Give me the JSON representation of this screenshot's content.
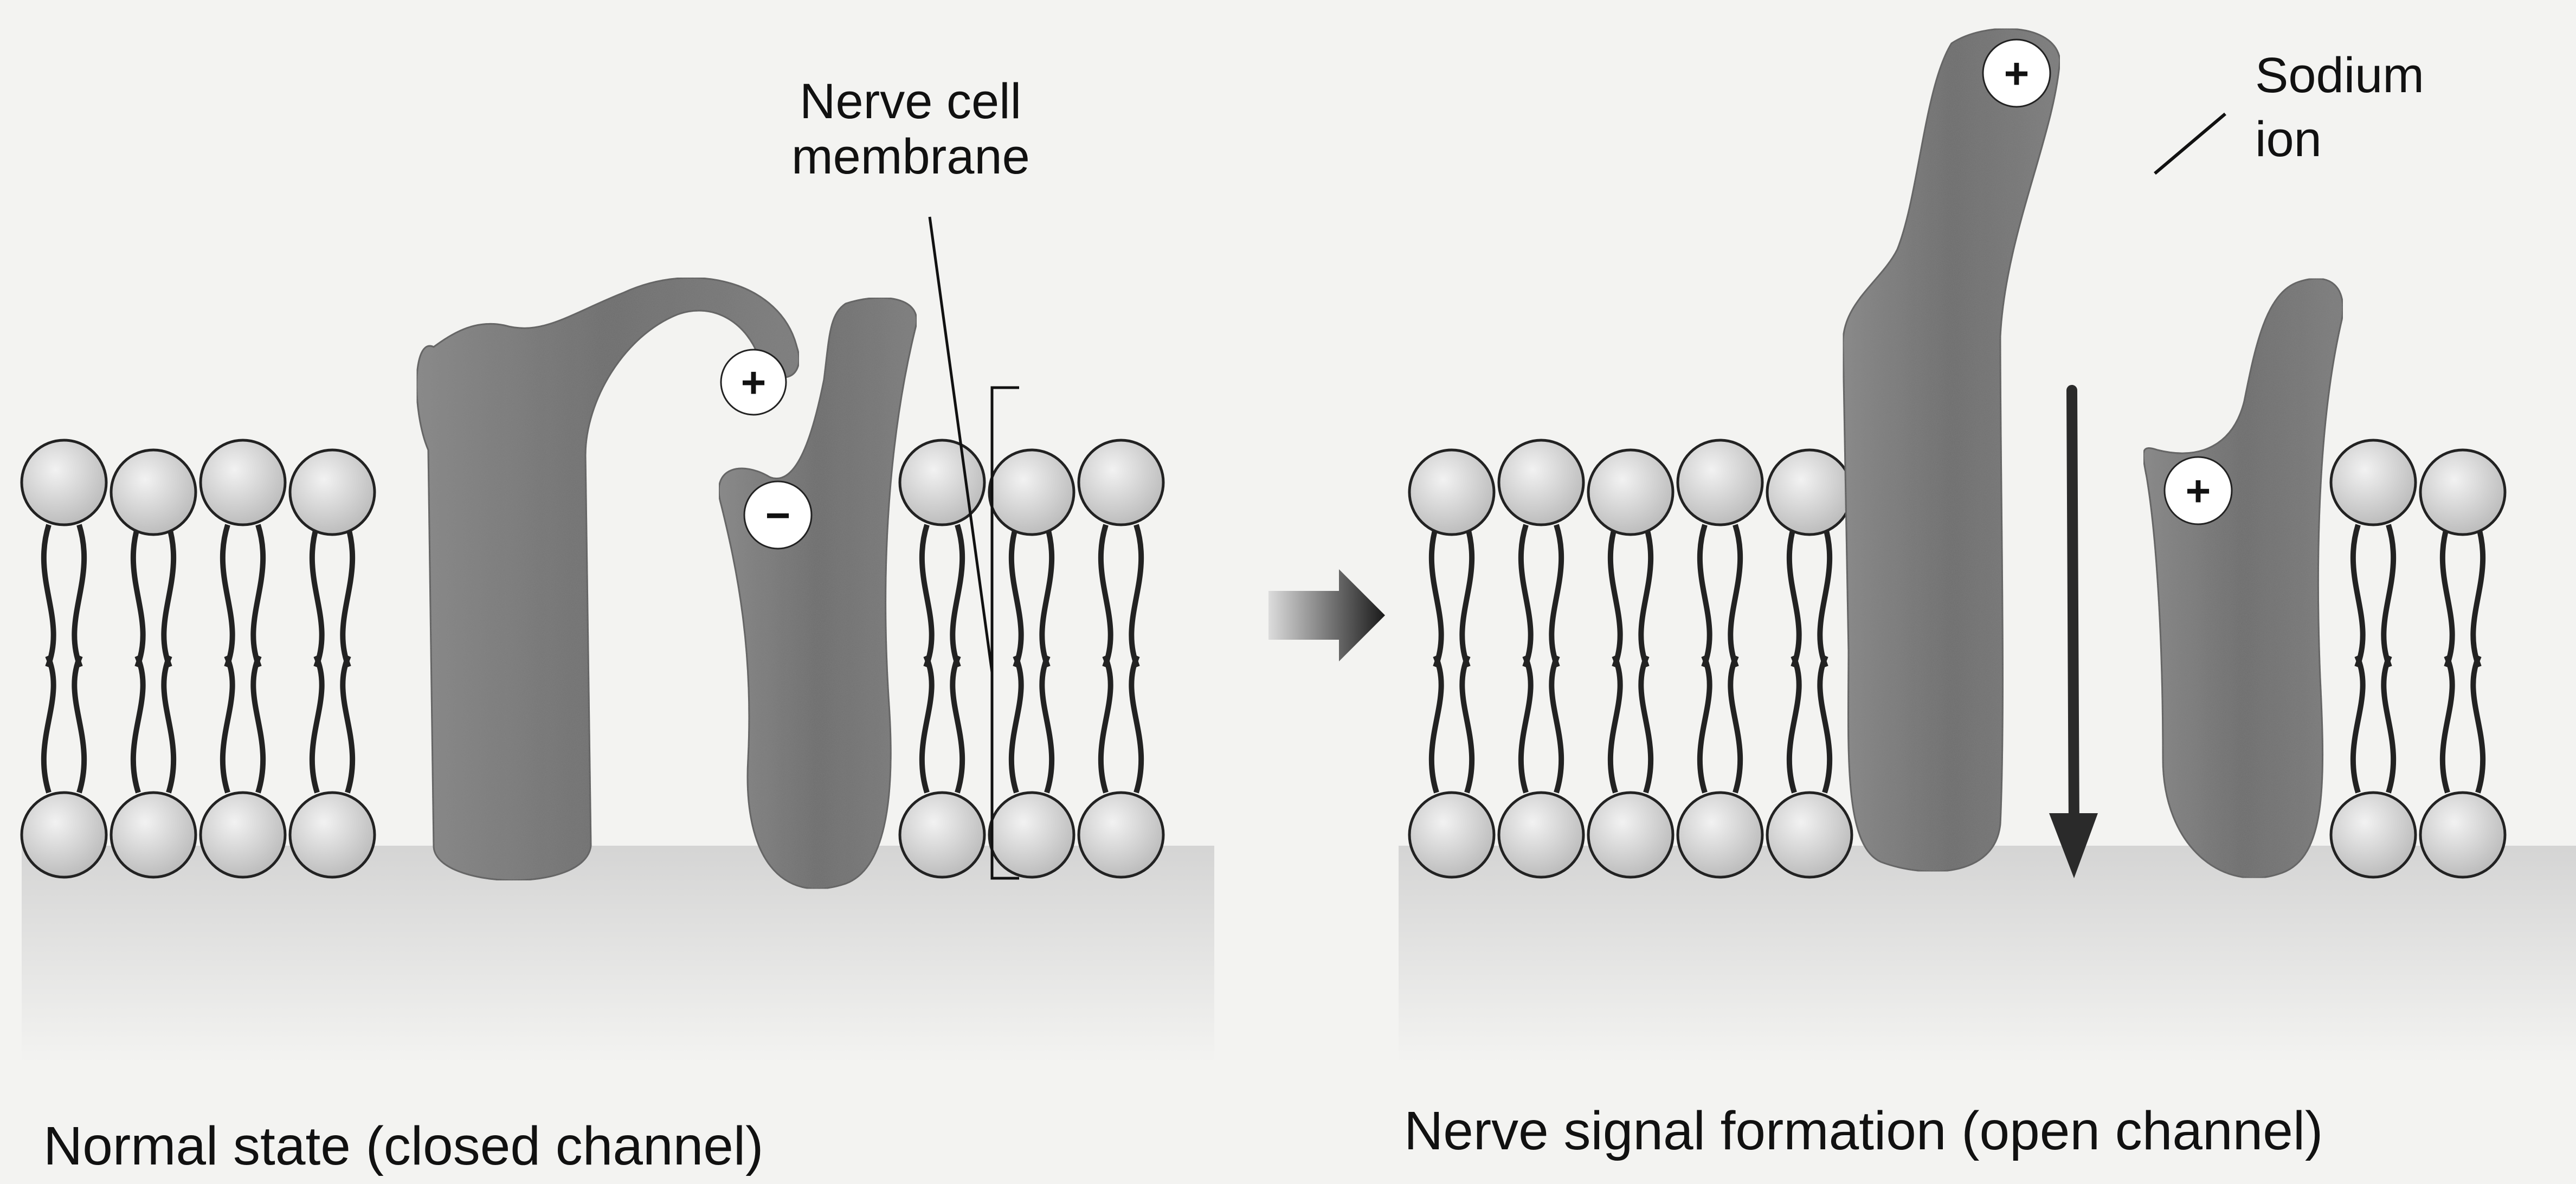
{
  "panels": [
    {
      "caption": "Normal state (closed channel)",
      "charges": [
        "+",
        "−"
      ]
    },
    {
      "caption": "Nerve signal formation (open channel)",
      "charges": [
        "+",
        "+"
      ]
    }
  ],
  "labels": {
    "membrane_line1": "Nerve cell",
    "membrane_line2": "membrane",
    "sodium_line1": "Sodium",
    "sodium_line2": "ion"
  },
  "colors": {
    "protein": "#6d6d6d",
    "phospholipid_head": "#d9d9d9",
    "ink": "#111111",
    "background": "#f3f3f1"
  }
}
